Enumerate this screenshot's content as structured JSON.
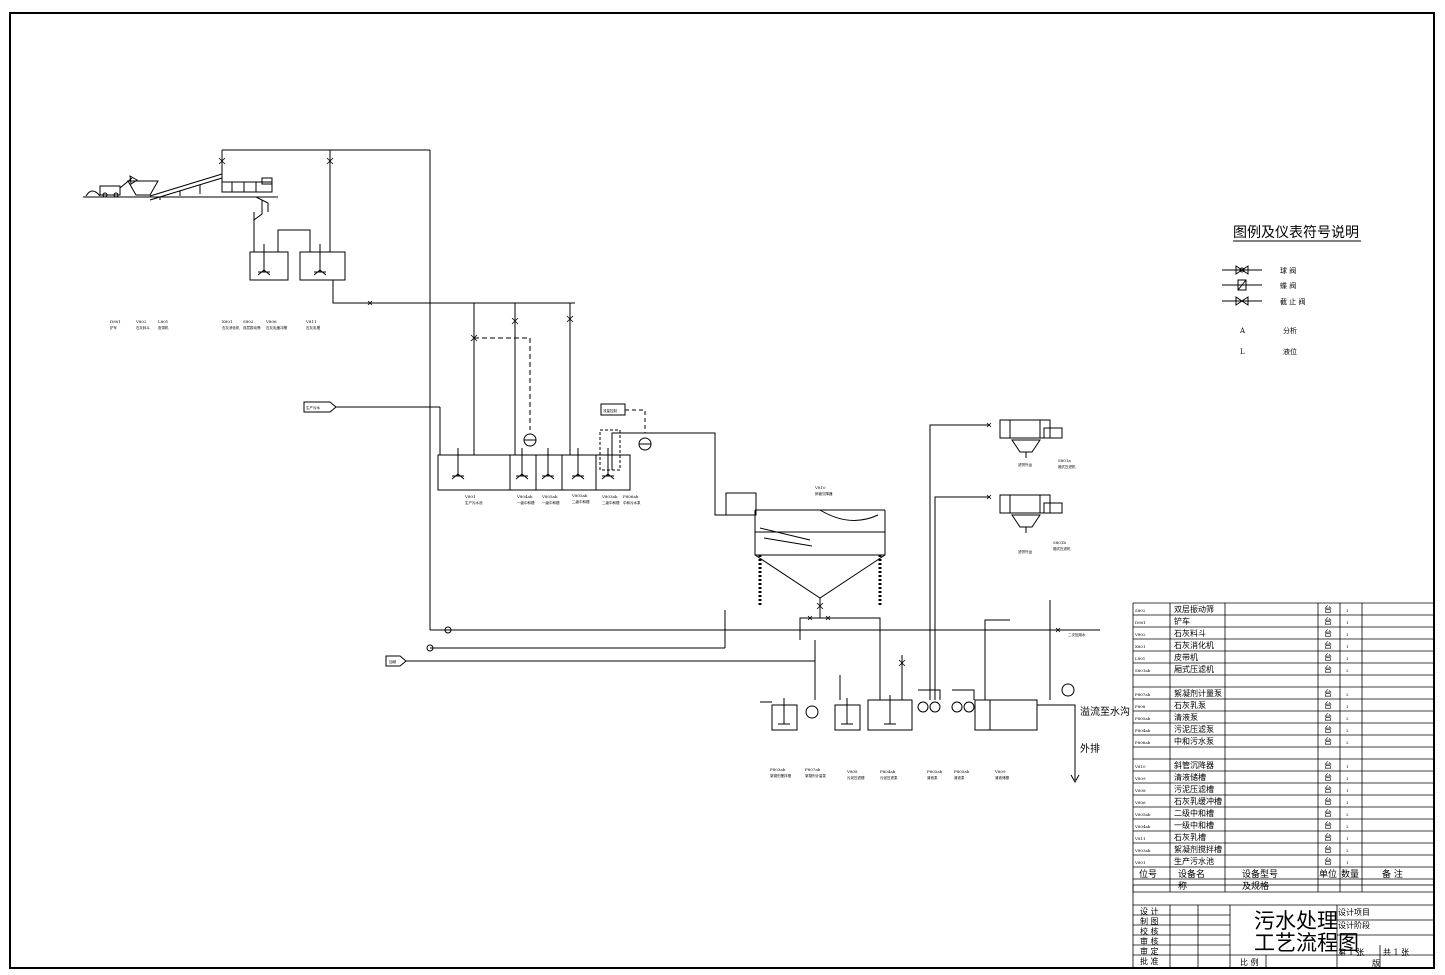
{
  "legend": {
    "title": "图例及仪表符号说明",
    "items": [
      {
        "symbol": "ball-valve",
        "label": "球 阀"
      },
      {
        "symbol": "butterfly-valve",
        "label": "蝶 阀"
      },
      {
        "symbol": "globe-valve",
        "label": "截 止 阀"
      },
      {
        "symbol": "A",
        "label": "分析"
      },
      {
        "symbol": "L",
        "label": "液位"
      }
    ]
  },
  "annotations": {
    "overflow": "溢流至水沟",
    "discharge": "外排",
    "reuse": "二次回用水",
    "raw_inlet": "生产污水",
    "feed_inlet": "加碱",
    "flow_control": "流量控制",
    "sludge_out_1": "滤饼外运",
    "sludge_out_2": "滤饼外运"
  },
  "tags": {
    "d801": "D801",
    "d801_name": "铲车",
    "v802": "V802",
    "v802_name": "石灰料斗",
    "l801": "L801",
    "l801_name": "皮带机",
    "x801": "X801",
    "x801_name": "石灰消化机",
    "s802": "S802",
    "s802_name": "双层振动筛",
    "v806": "V806",
    "v806_name": "石灰乳缓冲槽",
    "v811": "V811",
    "v811_name": "石灰乳槽",
    "v801": "V801",
    "v801_name": "生产污水池",
    "v804": "V804ab",
    "v804_name": "一级中和槽",
    "v805": "V805ab",
    "v805_name": "一级中和槽",
    "v805b": "V805ab",
    "v805b_name": "二级中和槽",
    "v803": "V803ab",
    "v803_name": "二级中和槽",
    "p806": "P806ab",
    "p806_name": "中和污水泵",
    "v810": "V810",
    "v810_name": "斜管沉降器",
    "s801a": "S801a",
    "s801a_name": "厢式压滤机",
    "s801b": "S801b",
    "s801b_name": "厢式压滤机",
    "p803": "P803ab",
    "p803_name": "絮凝剂搅拌槽",
    "p807": "P807ab",
    "p807_name": "絮凝剂计量泵",
    "v808": "V808",
    "v808_name": "污泥压滤槽",
    "p804": "P804ab",
    "p804_name": "污泥压滤泵",
    "p805": "P805ab",
    "p805_name": "清液泵",
    "v809": "V809",
    "v809_name": "清液储槽"
  },
  "equipment_table": {
    "rows": [
      {
        "tag": "S802",
        "name": "双层振动筛",
        "unit": "台",
        "qty": "1"
      },
      {
        "tag": "D801",
        "name": "铲车",
        "unit": "台",
        "qty": "1"
      },
      {
        "tag": "V802",
        "name": "石灰料斗",
        "unit": "台",
        "qty": "1"
      },
      {
        "tag": "X801",
        "name": "石灰消化机",
        "unit": "台",
        "qty": "1"
      },
      {
        "tag": "L801",
        "name": "皮带机",
        "unit": "台",
        "qty": "1"
      },
      {
        "tag": "S801ab",
        "name": "厢式压滤机",
        "unit": "台",
        "qty": "2"
      },
      {
        "tag": "",
        "name": "",
        "unit": "",
        "qty": ""
      },
      {
        "tag": "P807ab",
        "name": "絮凝剂计量泵",
        "unit": "台",
        "qty": "2"
      },
      {
        "tag": "P808",
        "name": "石灰乳泵",
        "unit": "台",
        "qty": "1"
      },
      {
        "tag": "P805ab",
        "name": "清液泵",
        "unit": "台",
        "qty": "2"
      },
      {
        "tag": "P804ab",
        "name": "污泥压滤泵",
        "unit": "台",
        "qty": "2"
      },
      {
        "tag": "P806ab",
        "name": "中和污水泵",
        "unit": "台",
        "qty": "2"
      },
      {
        "tag": "",
        "name": "",
        "unit": "",
        "qty": ""
      },
      {
        "tag": "V810",
        "name": "斜管沉降器",
        "unit": "台",
        "qty": "1"
      },
      {
        "tag": "V809",
        "name": "清液储槽",
        "unit": "台",
        "qty": "1"
      },
      {
        "tag": "V808",
        "name": "污泥压滤槽",
        "unit": "台",
        "qty": "1"
      },
      {
        "tag": "V806",
        "name": "石灰乳缓冲槽",
        "unit": "台",
        "qty": "1"
      },
      {
        "tag": "V805ab",
        "name": "二级中和槽",
        "unit": "台",
        "qty": "2"
      },
      {
        "tag": "V804ab",
        "name": "一级中和槽",
        "unit": "台",
        "qty": "2"
      },
      {
        "tag": "V811",
        "name": "石灰乳槽",
        "unit": "台",
        "qty": "1"
      },
      {
        "tag": "V803ab",
        "name": "絮凝剂搅拌槽",
        "unit": "台",
        "qty": "2"
      },
      {
        "tag": "V801",
        "name": "生产污水池",
        "unit": "台",
        "qty": "1"
      }
    ],
    "header": {
      "tag": "位号",
      "name": "设备名",
      "name2": "称",
      "model": "设备型号",
      "model2": "及规格",
      "unit": "单位",
      "qty": "数量",
      "remark": "备 注"
    }
  },
  "title_block": {
    "title_line1": "污水处理",
    "title_line2": "工艺流程图",
    "roles": [
      "设 计",
      "制 图",
      "校 核",
      "审 核",
      "审 定",
      "批 准"
    ],
    "stage1": "设计项目",
    "stage2": "设计阶段",
    "sheet_label": "第 1 张",
    "total_label": "共 1 张",
    "scale_label": "比 例",
    "version": "版"
  }
}
